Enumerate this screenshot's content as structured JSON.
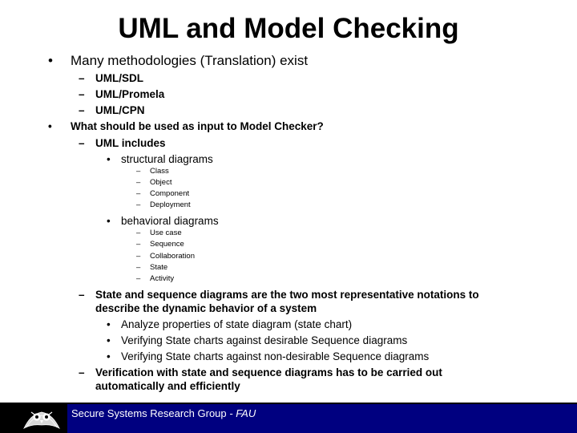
{
  "slide": {
    "title": "UML and Model Checking",
    "bullets": {
      "b1": {
        "marker": "•",
        "text": "Many methodologies (Translation) exist"
      },
      "b1_1": {
        "marker": "–",
        "text": "UML/SDL"
      },
      "b1_2": {
        "marker": "–",
        "text": "UML/Promela"
      },
      "b1_3": {
        "marker": "–",
        "text": "UML/CPN"
      },
      "b2": {
        "marker": "•",
        "text": "What should be used as input to Model Checker?"
      },
      "b2_1": {
        "marker": "–",
        "text": "UML includes"
      },
      "b2_1_1": {
        "marker": "•",
        "text": "structural diagrams"
      },
      "s1": {
        "marker": "–",
        "text": "Class"
      },
      "s2": {
        "marker": "–",
        "text": "Object"
      },
      "s3": {
        "marker": "–",
        "text": "Component"
      },
      "s4": {
        "marker": "–",
        "text": "Deployment"
      },
      "b2_1_2": {
        "marker": "•",
        "text": "behavioral diagrams"
      },
      "h1": {
        "marker": "–",
        "text": "Use case"
      },
      "h2": {
        "marker": "–",
        "text": "Sequence"
      },
      "h3": {
        "marker": "–",
        "text": "Collaboration"
      },
      "h4": {
        "marker": "–",
        "text": "State"
      },
      "h5": {
        "marker": "–",
        "text": "Activity"
      },
      "b2_2": {
        "marker": "–",
        "text_line1": "State and sequence diagrams are the two most representative notations to",
        "text_line2": "describe the dynamic behavior of a system"
      },
      "b2_2_1": {
        "marker": "•",
        "text": "Analyze properties of state diagram (state chart)"
      },
      "b2_2_2": {
        "marker": "•",
        "text": "Verifying State charts against desirable Sequence diagrams"
      },
      "b2_2_3": {
        "marker": "•",
        "text": "Verifying State charts against non-desirable Sequence diagrams"
      },
      "b2_3": {
        "marker": "–",
        "text_line1": "Verification with state and sequence diagrams has to be carried out",
        "text_line2": "automatically and efficiently"
      }
    }
  },
  "footer": {
    "org": "Secure Systems Research Group",
    "separator": " - ",
    "affiliation": "FAU",
    "logo_icon": "owl-logo-icon"
  },
  "colors": {
    "footer_band": "#000080",
    "footer_bar": "#000000",
    "text": "#000000"
  }
}
